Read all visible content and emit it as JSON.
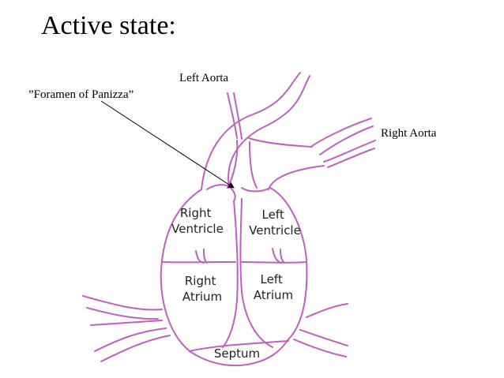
{
  "title": "Active state:",
  "labels": {
    "left_aorta": "Left Aorta",
    "foramen": "”Foramen of Panizza”",
    "right_aorta": "Right Aorta"
  },
  "chambers": {
    "right_ventricle": [
      "Right",
      "Ventricle"
    ],
    "left_ventricle": [
      "Left",
      "Ventricle"
    ],
    "right_atrium": [
      "Right",
      "Atrium"
    ],
    "left_atrium": [
      "Left",
      "Atrium"
    ],
    "septum": "Septum"
  },
  "colors": {
    "outline": "#c060c0",
    "pointer": "#000000",
    "text": "#000000"
  }
}
